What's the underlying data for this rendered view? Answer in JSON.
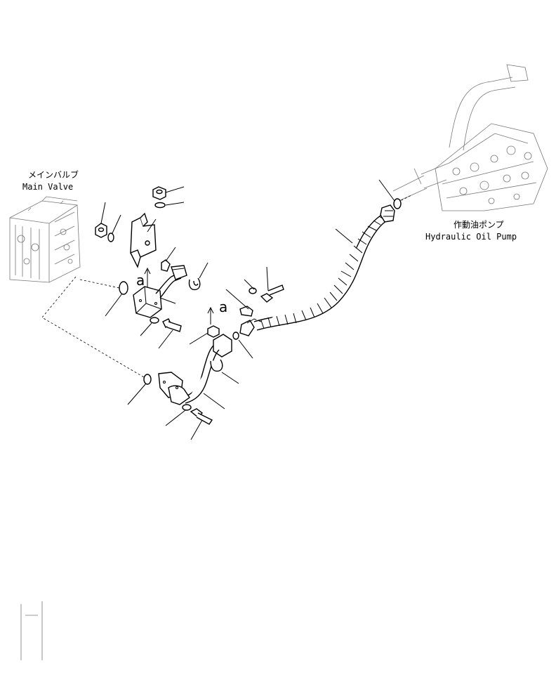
{
  "labels": {
    "main_valve_jp": "メインバルブ",
    "main_valve_en": "Main Valve",
    "pump_jp": "作動油ポンプ",
    "pump_en": "Hydraulic Oil Pump"
  },
  "view_markers": {
    "upper": "a",
    "lower": "a"
  }
}
